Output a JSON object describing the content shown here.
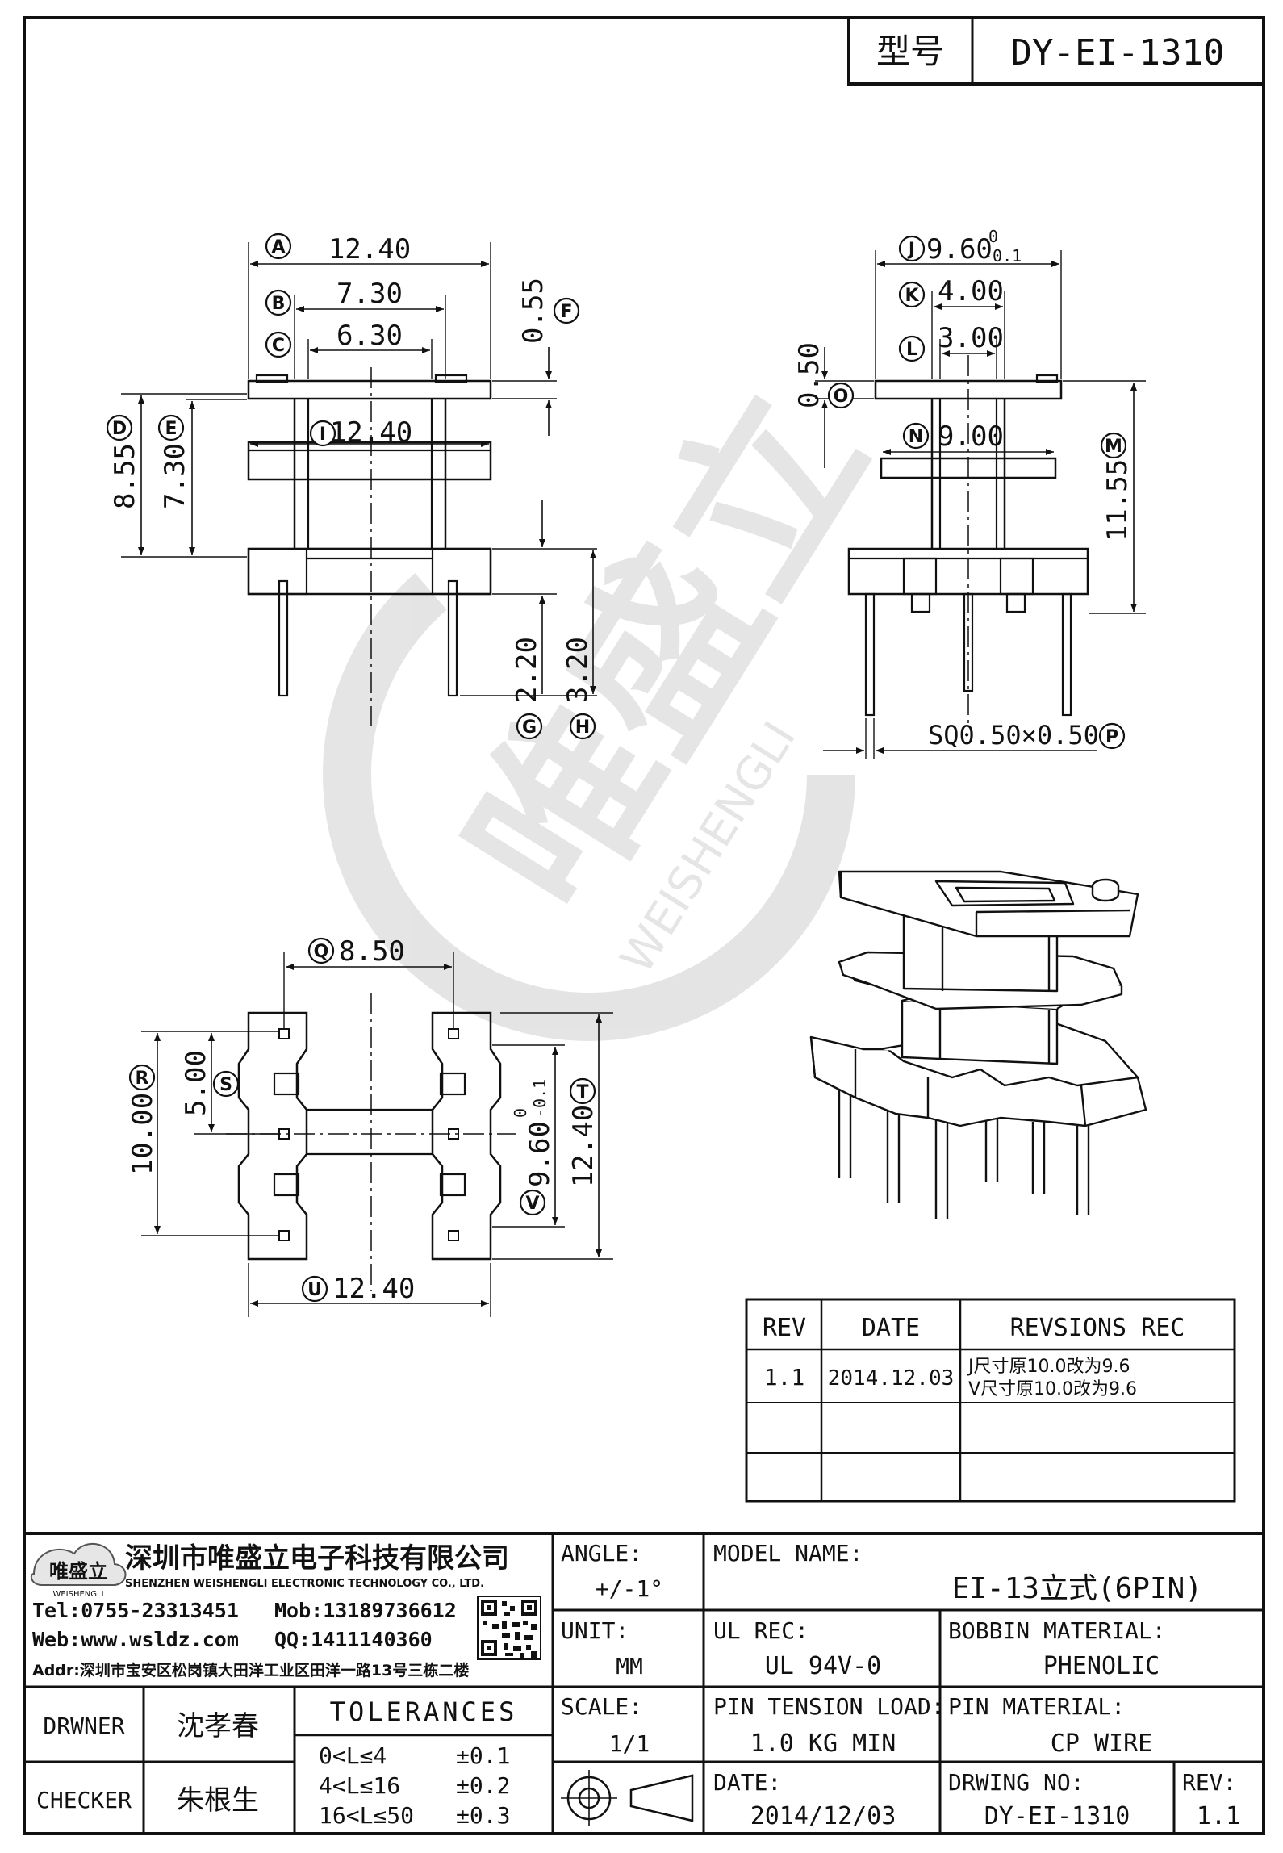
{
  "title_block": {
    "model_label": "型号",
    "model_value": "DY-EI-1310"
  },
  "views": {
    "front": {
      "dims": {
        "A": "12.40",
        "B": "7.30",
        "C": "6.30",
        "D": "8.55",
        "E": "7.30",
        "F": "0.55",
        "I": "12.40",
        "G": "2.20",
        "H": "3.20"
      }
    },
    "side": {
      "dims": {
        "J": "9.60",
        "J_tol_upper": "0",
        "J_tol_lower": "-0.1",
        "K": "4.00",
        "L": "3.00",
        "O": "0.50",
        "N": "9.00",
        "M": "11.55",
        "P": "SQ0.50×0.50"
      }
    },
    "bottom": {
      "dims": {
        "Q": "8.50",
        "R": "10.00",
        "S": "5.00",
        "V": "9.60",
        "V_tol_upper": "0",
        "V_tol_lower": "-0.1",
        "T": "12.40",
        "U": "12.40"
      }
    }
  },
  "watermark": {
    "brand_cn": "唯盛立",
    "brand_en": "WEISHENGLI"
  },
  "revisions": {
    "headers": [
      "REV",
      "DATE",
      "REVSIONS REC"
    ],
    "rows": [
      {
        "rev": "1.1",
        "date": "2014.12.03",
        "notes": [
          "J尺寸原10.0改为9.6",
          "V尺寸原10.0改为9.6"
        ]
      }
    ]
  },
  "company": {
    "name_cn": "深圳市唯盛立电子科技有限公司",
    "name_en": "SHENZHEN WEISHENGLI ELECTRONIC TECHNOLOGY CO., LTD.",
    "tel": "Tel:0755-23313451",
    "mob": "Mob:13189736612",
    "web": "Web:www.wsldz.com",
    "qq": "QQ:1411140360",
    "addr": "Addr:深圳市宝安区松岗镇大田洋工业区田洋一路13号三栋二楼",
    "logo_text": "唯盛立",
    "logo_sub": "WEISHENGLI"
  },
  "signoff": {
    "drawner_label": "DRWNER",
    "drawner_name": "沈孝春",
    "checker_label": "CHECKER",
    "checker_name": "朱根生"
  },
  "tolerances": {
    "title": "TOLERANCES",
    "rows": [
      {
        "range": "0<L≤4",
        "value": "±0.1"
      },
      {
        "range": "4<L≤16",
        "value": "±0.2"
      },
      {
        "range": "16<L≤50",
        "value": "±0.3"
      }
    ]
  },
  "specs": {
    "angle_label": "ANGLE:",
    "angle_value": "+/-1°",
    "unit_label": "UNIT:",
    "unit_value": "MM",
    "scale_label": "SCALE:",
    "scale_value": "1/1",
    "model_name_label": "MODEL NAME:",
    "model_name_value": "EI-13立式(6PIN)",
    "ul_label": "UL REC:",
    "ul_value": "UL 94V-0",
    "bobbin_label": "BOBBIN MATERIAL:",
    "bobbin_value": "PHENOLIC",
    "pin_tension_label": "PIN TENSION LOAD:",
    "pin_tension_value": "1.0 KG MIN",
    "pin_material_label": "PIN MATERIAL:",
    "pin_material_value": "CP WIRE",
    "date_label": "DATE:",
    "date_value": "2014/12/03",
    "drawing_no_label": "DRWING NO:",
    "drawing_no_value": "DY-EI-1310",
    "rev_label": "REV:",
    "rev_value": "1.1"
  }
}
